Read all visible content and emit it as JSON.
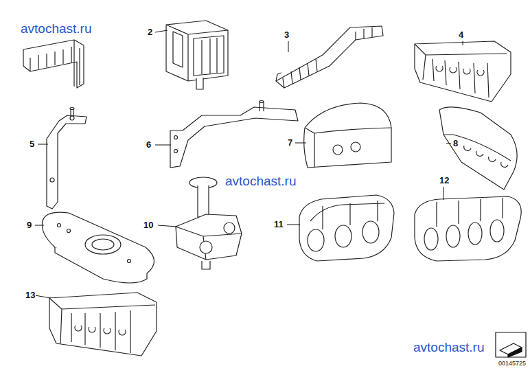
{
  "diagram": {
    "labels": [
      "avtochast.ru",
      "2",
      "3",
      "4",
      "5",
      "6",
      "7",
      "8",
      "avtochast.ru",
      "9",
      "10",
      "11",
      "12",
      "13",
      "avtochast.ru",
      "00145725"
    ]
  }
}
